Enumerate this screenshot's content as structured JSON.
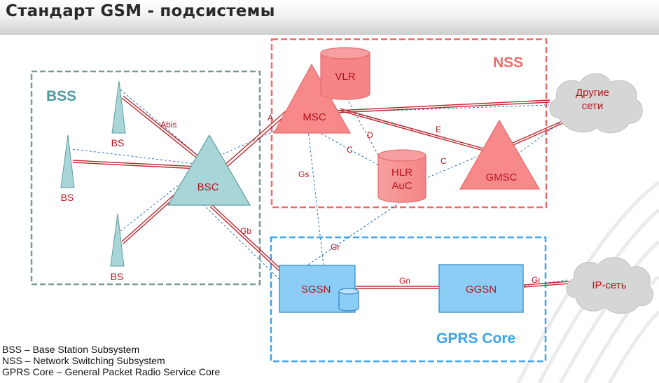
{
  "title": "Стандарт GSM - подсистемы",
  "colors": {
    "bss_border": "#7a9a9a",
    "nss_border": "#f06a6a",
    "gprs_border": "#3aa4ee",
    "red_link": "#c0282e",
    "blue_dash": "#2e6fb8",
    "bss_fill": "#a8d6d8",
    "nss_fill": "#f7898a",
    "gprs_fill": "#8ccdf6",
    "cloud_fill": "#d6d6d6"
  },
  "subsystems": {
    "bss": "BSS",
    "nss": "NSS",
    "gprs": "GPRS Core"
  },
  "nodes": {
    "bs_top": "BS",
    "bs_mid": "BS",
    "bs_bottom": "BS",
    "bsc": "BSC",
    "msc": "MSC",
    "vlr": "VLR",
    "hlr_line1": "HLR",
    "hlr_line2": "AuC",
    "gmsc": "GMSC",
    "sgsn": "SGSN",
    "ggsn": "GGSN",
    "cloud_other_line1": "Другие",
    "cloud_other_line2": "сети",
    "cloud_ip": "IP-сеть"
  },
  "interfaces": {
    "abis": "Abis",
    "a": "A",
    "gb": "Gb",
    "gs": "Gs",
    "gr": "Gr",
    "gn": "Gn",
    "gi": "Gi",
    "d": "D",
    "c1": "C",
    "c2": "C",
    "e": "E"
  },
  "legend": [
    {
      "abbr": "BSS",
      "sep": " – ",
      "text": "Base Station Subsystem"
    },
    {
      "abbr": "NSS",
      "sep": " – ",
      "text": "Network Switching Subsystem"
    },
    {
      "abbr": "GPRS Core",
      "sep": " – ",
      "text": "General Packet Radio Service Core"
    }
  ]
}
